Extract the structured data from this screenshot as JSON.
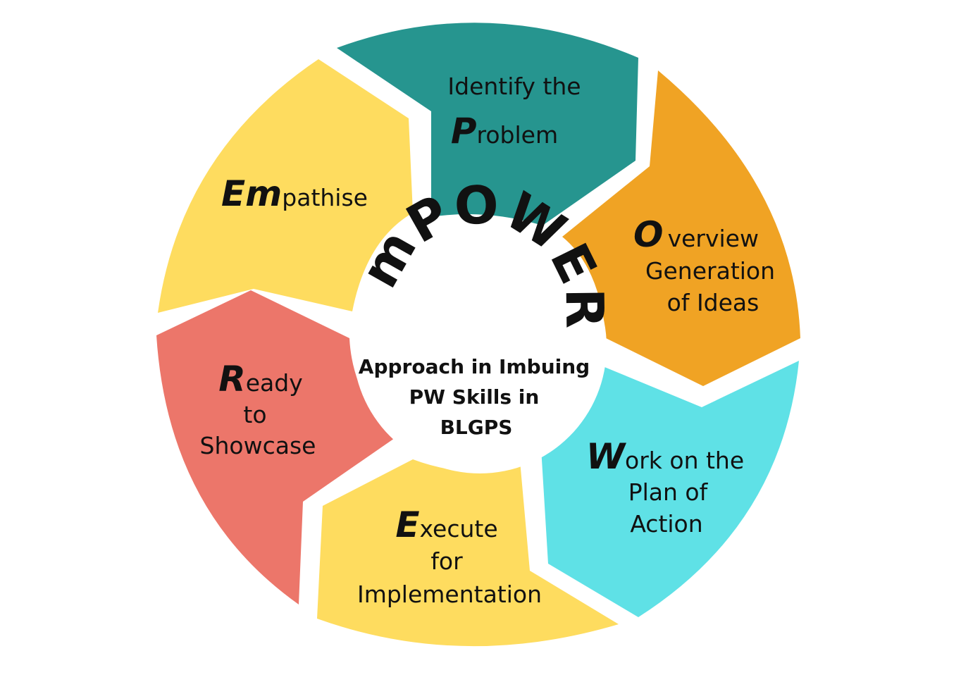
{
  "center": {
    "title": "EmPOWER",
    "subtitle_lines": [
      "Approach in Imbuing",
      "PW Skills in",
      "BLGPS"
    ]
  },
  "colors": {
    "teal": "#26958f",
    "orange": "#f0a324",
    "cyan": "#5fe1e6",
    "yellow": "#fedc5f",
    "coral": "#ec766a",
    "background": "#ffffff"
  },
  "segments": [
    {
      "id": "problem",
      "color": "teal",
      "line1_big": "",
      "line1_rest": "Identify the",
      "line2_big": "P",
      "line2_rest": "roblem",
      "other_lines": []
    },
    {
      "id": "overview",
      "color": "orange",
      "line1_big": "O",
      "line1_rest": "verview",
      "other_lines": [
        "Generation",
        "of Ideas"
      ]
    },
    {
      "id": "work",
      "color": "cyan",
      "line1_big": "W",
      "line1_rest": "ork on the",
      "other_lines": [
        "Plan of",
        "Action"
      ]
    },
    {
      "id": "execute",
      "color": "yellow",
      "line1_big": "E",
      "line1_rest": "xecute",
      "other_lines": [
        "for",
        "Implementation"
      ]
    },
    {
      "id": "ready",
      "color": "coral",
      "line1_big": "R",
      "line1_rest": "eady",
      "other_lines": [
        "to",
        "Showcase"
      ]
    },
    {
      "id": "empathise",
      "color": "yellow",
      "line1_big": "Em",
      "line1_rest": "pathise",
      "other_lines": []
    }
  ]
}
